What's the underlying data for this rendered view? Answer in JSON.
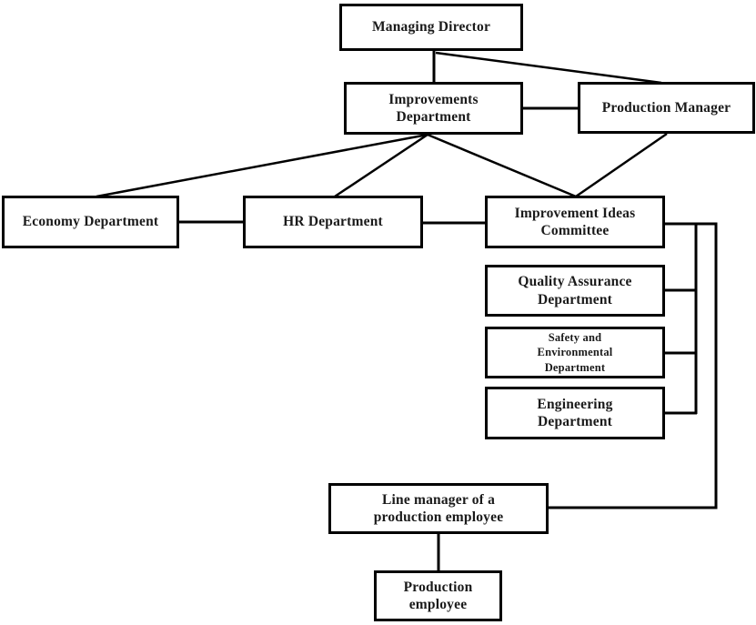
{
  "diagram": {
    "type": "organizational-chart",
    "nodes": {
      "managing_director": {
        "label": "Managing Director"
      },
      "improvements_department": {
        "label": "Improvements\nDepartment"
      },
      "production_manager": {
        "label": "Production Manager"
      },
      "economy_department": {
        "label": "Economy Department"
      },
      "hr_department": {
        "label": "HR Department"
      },
      "improvement_ideas_committee": {
        "label": "Improvement Ideas\nCommittee"
      },
      "quality_assurance_department": {
        "label": "Quality Assurance\nDepartment"
      },
      "safety_environmental_department": {
        "label": "Safety and\nEnvironmental\nDepartment"
      },
      "engineering_department": {
        "label": "Engineering\nDepartment"
      },
      "line_manager": {
        "label": "Line manager of a\nproduction employee"
      },
      "production_employee": {
        "label": "Production\nemployee"
      }
    },
    "edges": [
      {
        "from": "Managing Director",
        "to": "Improvements Department"
      },
      {
        "from": "Managing Director",
        "to": "Production Manager"
      },
      {
        "from": "Improvements Department",
        "to": "Production Manager"
      },
      {
        "from": "Improvements Department",
        "to": "Economy Department"
      },
      {
        "from": "Improvements Department",
        "to": "HR Department"
      },
      {
        "from": "Improvements Department",
        "to": "Improvement Ideas Committee"
      },
      {
        "from": "Production Manager",
        "to": "Improvement Ideas Committee"
      },
      {
        "from": "Economy Department",
        "to": "HR Department"
      },
      {
        "from": "HR Department",
        "to": "Improvement Ideas Committee"
      },
      {
        "from": "Improvement Ideas Committee",
        "to": "Quality Assurance Department"
      },
      {
        "from": "Improvement Ideas Committee",
        "to": "Safety and Environmental Department"
      },
      {
        "from": "Improvement Ideas Committee",
        "to": "Engineering Department"
      },
      {
        "from": "Improvement Ideas Committee",
        "to": "Line manager of a production employee"
      },
      {
        "from": "Line manager of a production employee",
        "to": "Production employee"
      }
    ],
    "colors": {
      "border": "#000000",
      "line": "#000000",
      "background": "#ffffff",
      "text": "#1a1a1a"
    }
  }
}
